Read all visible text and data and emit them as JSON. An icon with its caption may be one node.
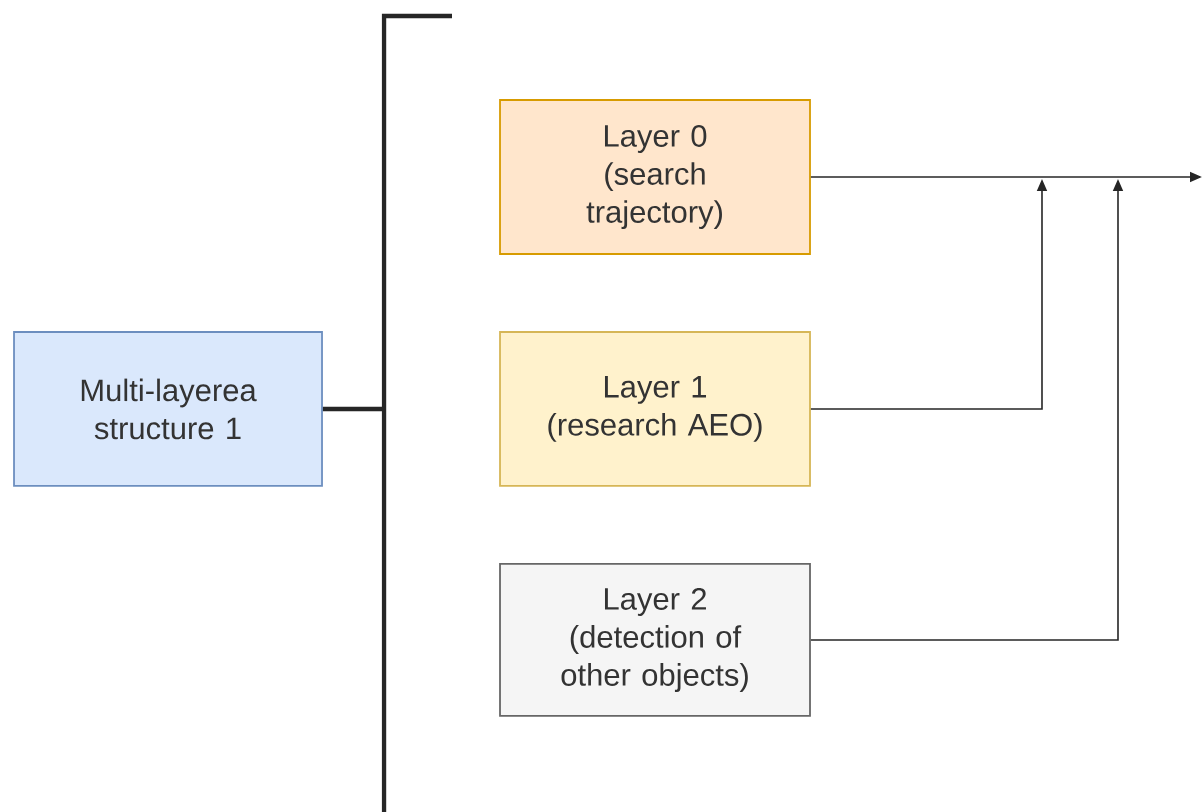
{
  "diagram": {
    "nodes": [
      {
        "text": [
          "Multi-layerea structure 1"
        ]
      },
      {
        "text": [
          "Layer 0 (search trajectory)"
        ]
      },
      {
        "text": [
          "Layer 1 (research AEO)"
        ]
      },
      {
        "text": [
          "Layer 2 (detection of other objects)"
        ]
      },
      {
        "text": [],
        "shape": "bar"
      }
    ],
    "edges": [
      {
        "from": 0,
        "to": 4,
        "arrow": "none"
      },
      {
        "from": 1,
        "to": null,
        "arrow": "to"
      },
      {
        "from": 2,
        "to": null,
        "arrow": "to"
      },
      {
        "from": 3,
        "to": null,
        "arrow": "to"
      }
    ]
  }
}
